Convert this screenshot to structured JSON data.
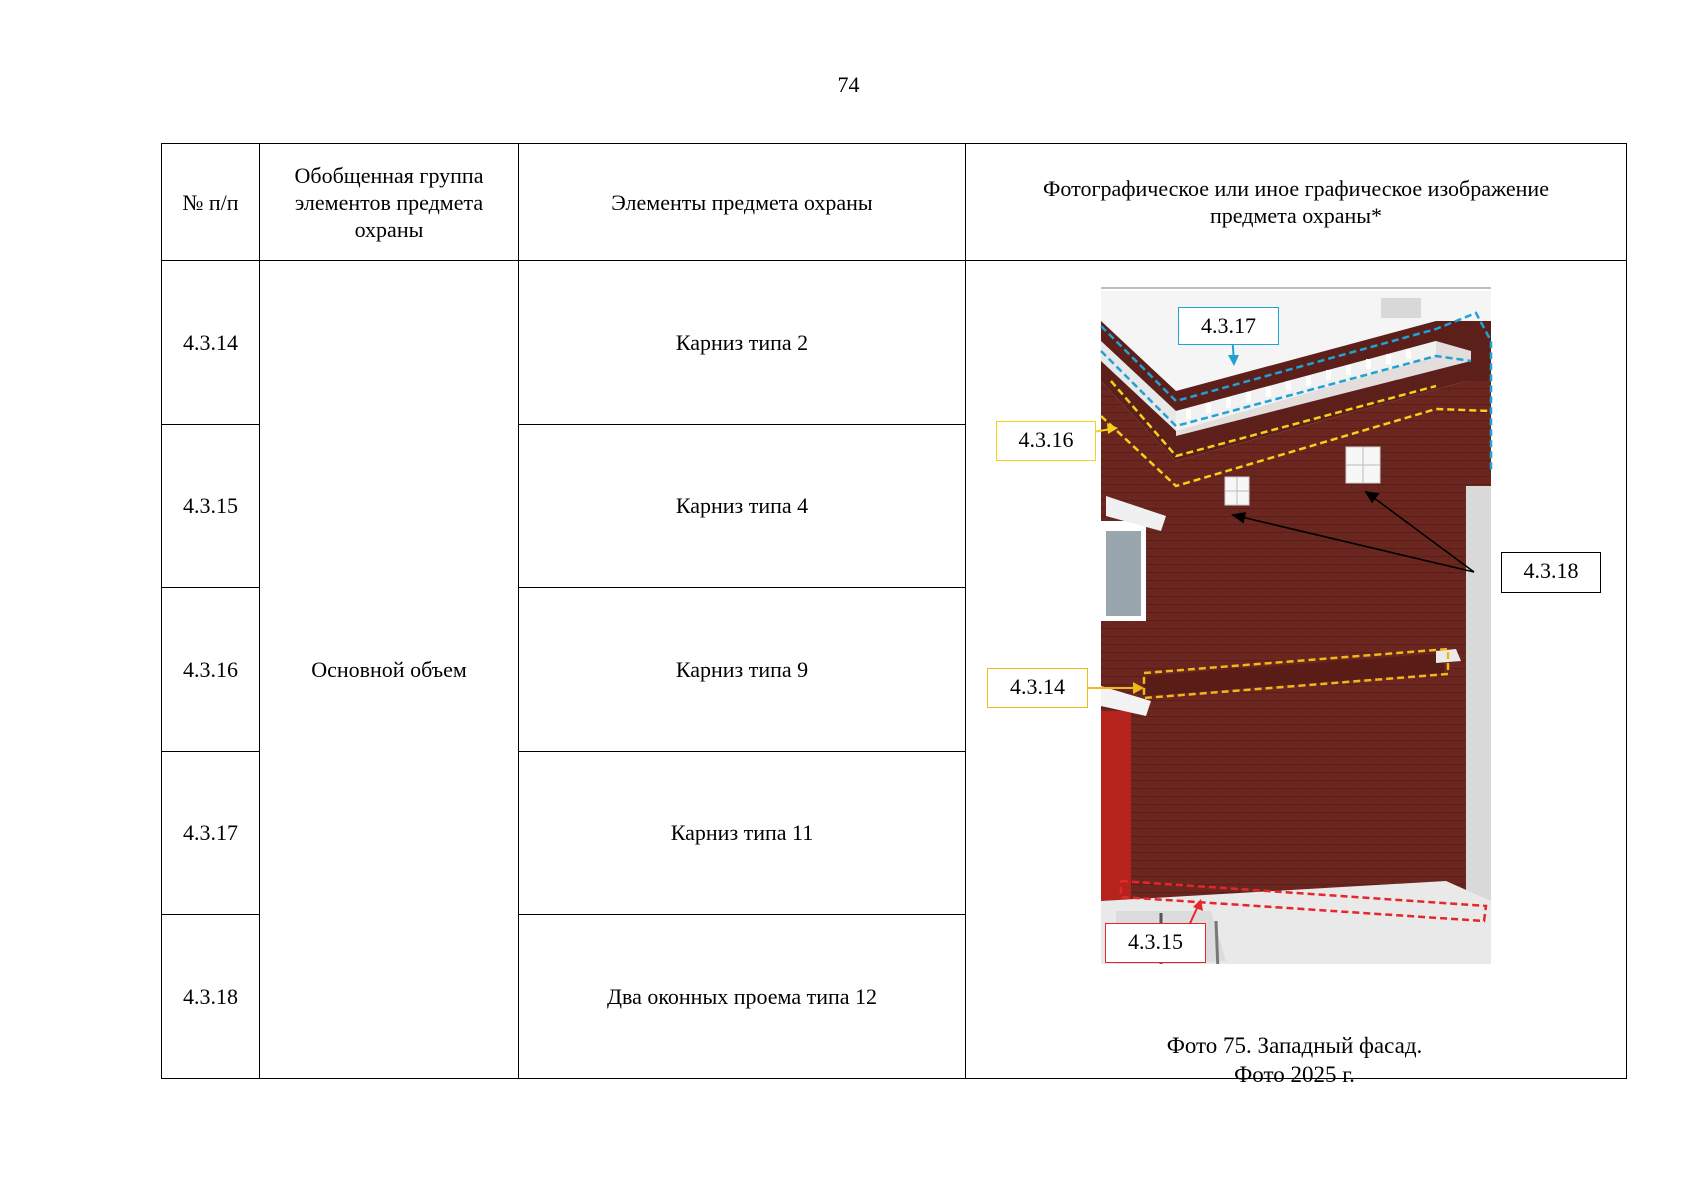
{
  "page_number": "74",
  "table": {
    "headers": {
      "num": "№ п/п",
      "group": "Обобщенная группа элементов предмета охраны",
      "elements": "Элементы предмета охраны",
      "image": "Фотографическое или иное графическое изображение предмета охраны*"
    },
    "group_value": "Основной объем",
    "rows": [
      {
        "num": "4.3.14",
        "element": "Карниз типа 2"
      },
      {
        "num": "4.3.15",
        "element": "Карниз типа 4"
      },
      {
        "num": "4.3.16",
        "element": "Карниз типа 9"
      },
      {
        "num": "4.3.17",
        "element": "Карниз типа 11"
      },
      {
        "num": "4.3.18",
        "element": "Два оконных проема типа 12"
      }
    ]
  },
  "photo": {
    "callouts": {
      "c17": "4.3.17",
      "c16": "4.3.16",
      "c18": "4.3.18",
      "c14": "4.3.14",
      "c15": "4.3.15"
    },
    "caption_line1": "Фото 75. Западный фасад.",
    "caption_line2": "Фото 2025 г."
  },
  "colors": {
    "blue": "#1fa3d6",
    "yellow": "#f2d21b",
    "orange_yellow": "#f0b81a",
    "red": "#e5262a",
    "brick": "#6b2620"
  }
}
